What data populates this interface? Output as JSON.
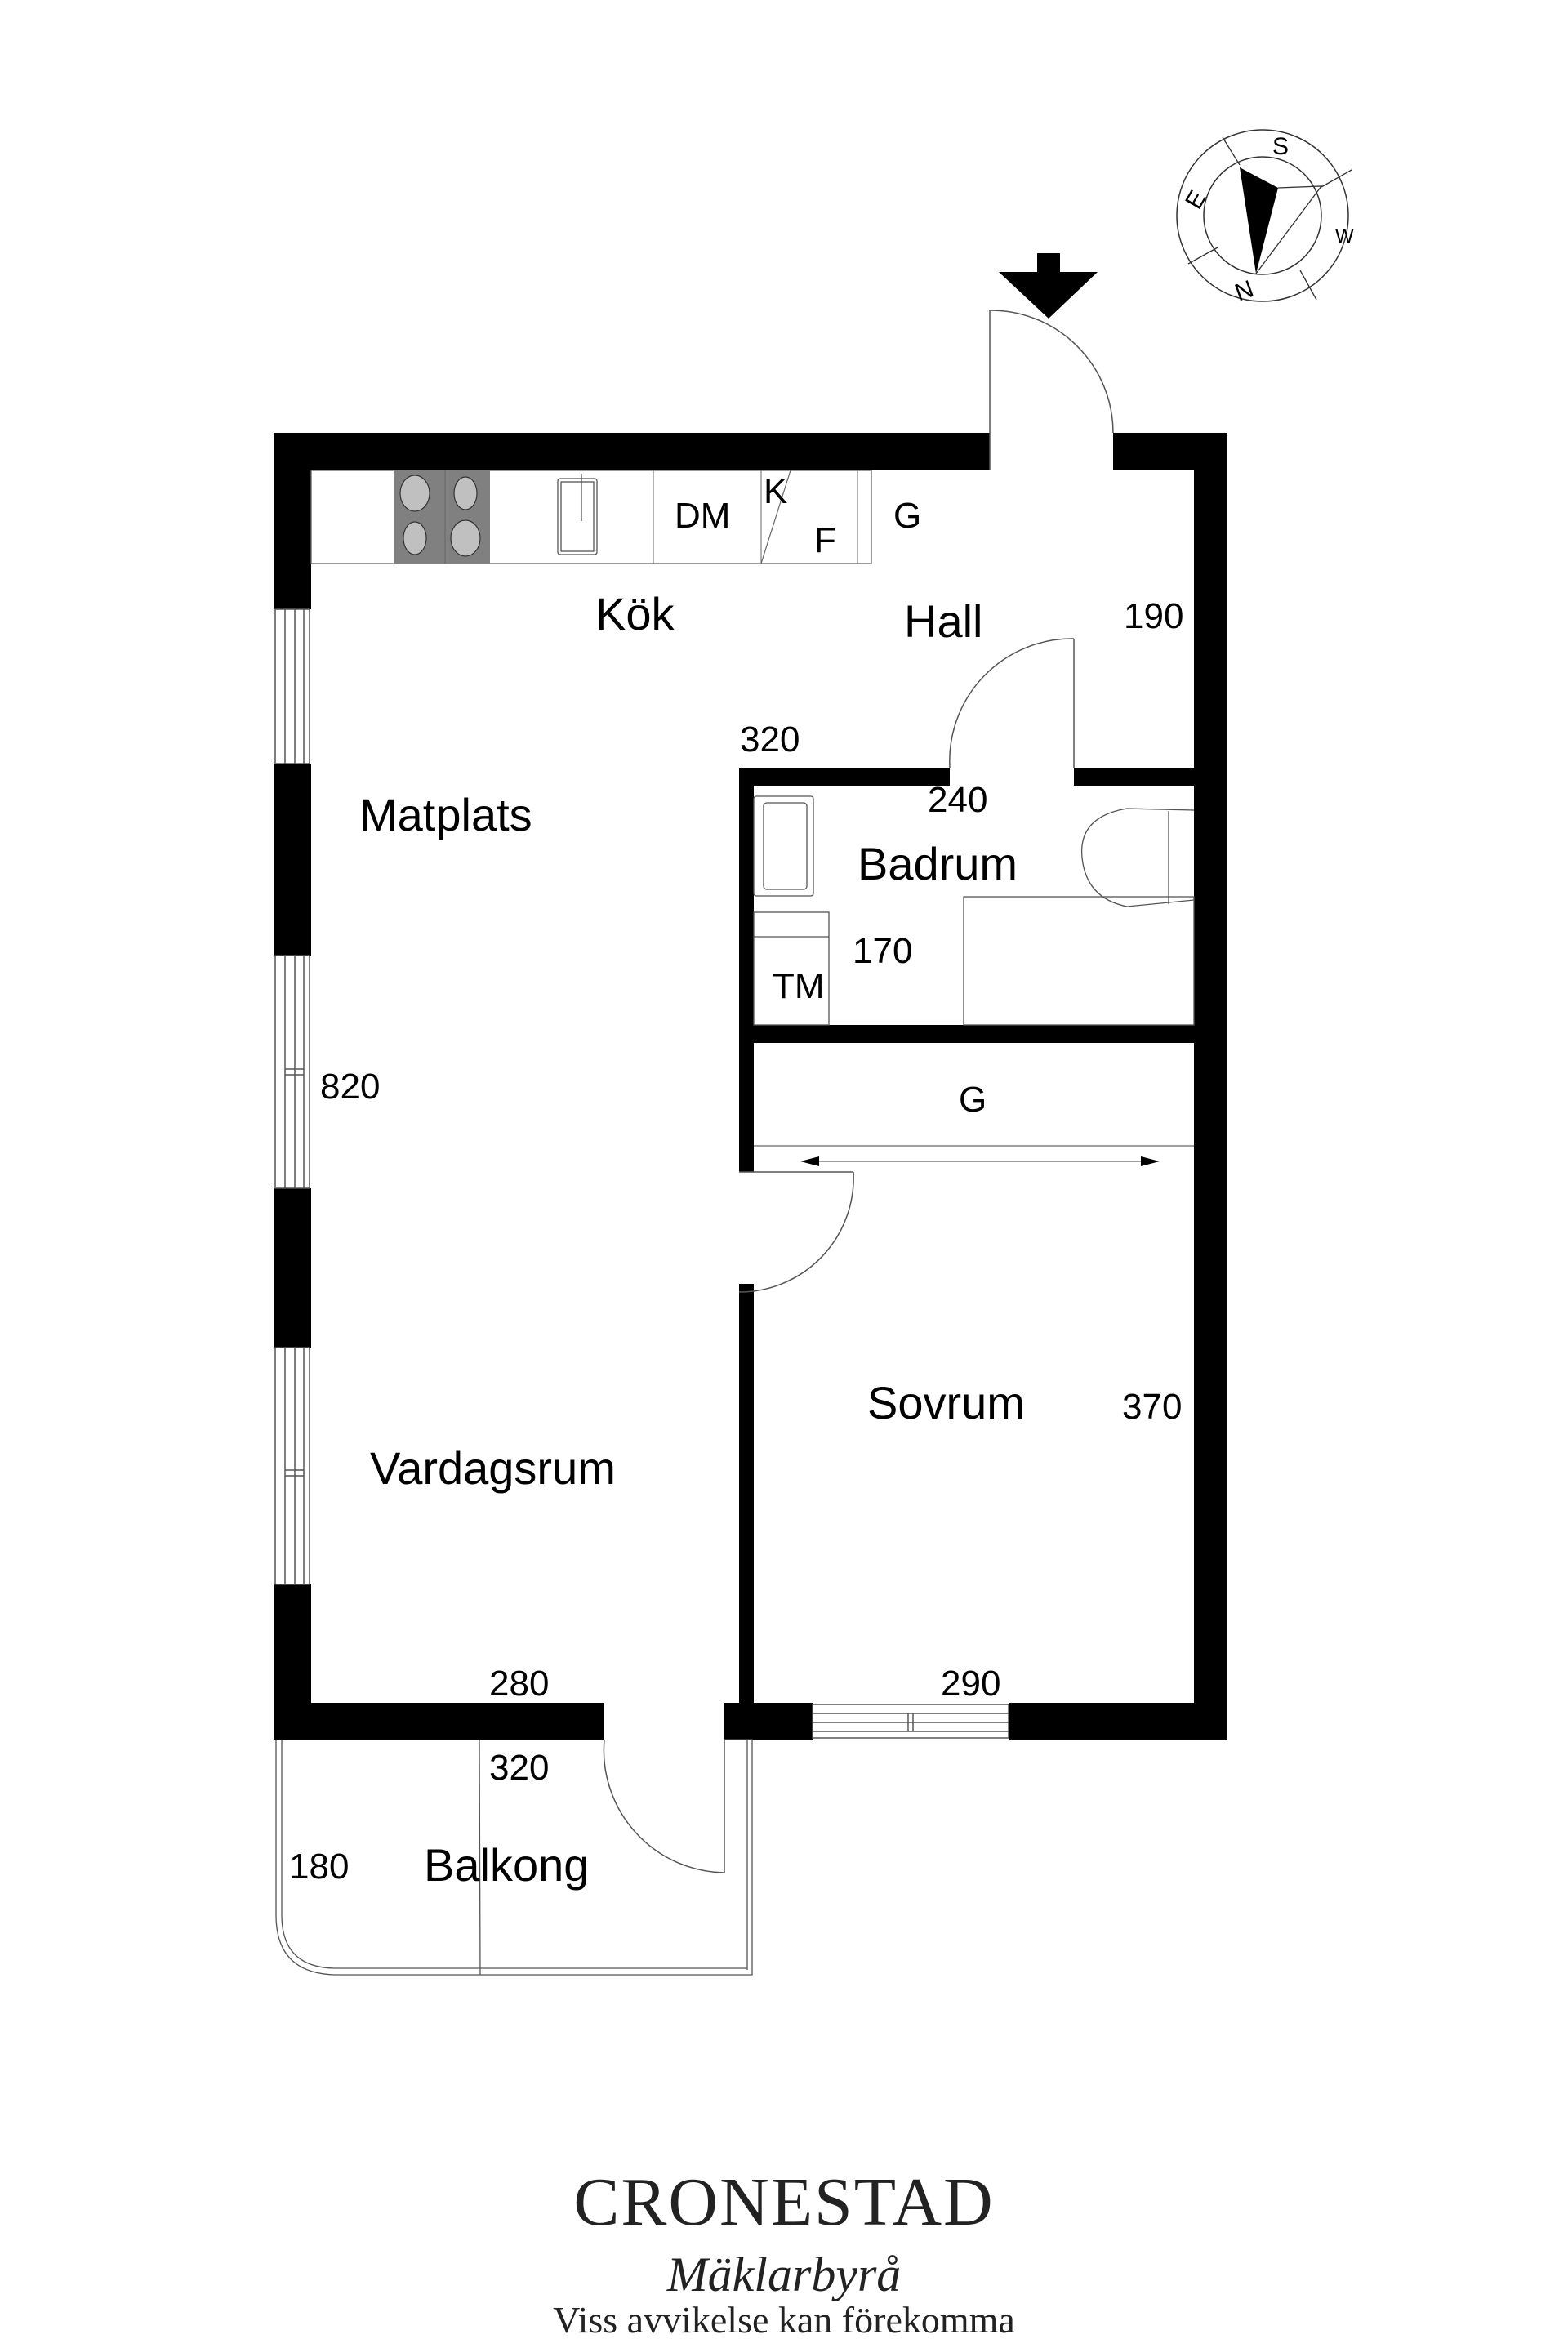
{
  "floorplan": {
    "rooms": [
      {
        "id": "kok",
        "label": "Kök"
      },
      {
        "id": "hall",
        "label": "Hall"
      },
      {
        "id": "matplats",
        "label": "Matplats"
      },
      {
        "id": "badrum",
        "label": "Badrum"
      },
      {
        "id": "sovrum",
        "label": "Sovrum"
      },
      {
        "id": "vardagsrum",
        "label": "Vardagsrum"
      },
      {
        "id": "balkong",
        "label": "Balkong"
      }
    ],
    "dimensions": {
      "hall_height": "190",
      "kok_width": "320",
      "badrum_width": "240",
      "badrum_height": "170",
      "total_height": "820",
      "sovrum_height": "370",
      "vardagsrum_width": "280",
      "sovrum_width": "290",
      "balkong_width": "320",
      "balkong_depth": "180"
    },
    "fixtures": {
      "dishwasher": "DM",
      "fridge_top": "K",
      "freezer_bottom": "F",
      "wardrobe_hall": "G",
      "washing_machine": "TM",
      "wardrobe_sovrum": "G"
    },
    "compass": {
      "n": "N",
      "s": "S",
      "e": "E",
      "w": "W"
    }
  },
  "footer": {
    "brand_name": "CRONESTAD",
    "brand_sub": "Mäklarbyrå",
    "disclaimer": "Viss avvikelse kan förekomma"
  }
}
